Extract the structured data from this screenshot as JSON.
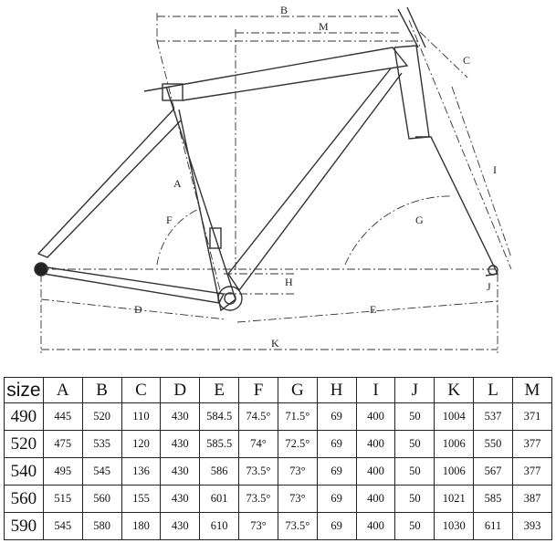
{
  "diagram": {
    "dimension_labels": [
      "B",
      "M",
      "C",
      "I",
      "A",
      "F",
      "G",
      "H",
      "J",
      "D",
      "E",
      "K"
    ]
  },
  "table": {
    "columns": [
      "size",
      "A",
      "B",
      "C",
      "D",
      "E",
      "F",
      "G",
      "H",
      "I",
      "J",
      "K",
      "L",
      "M"
    ],
    "rows": [
      [
        "490",
        "445",
        "520",
        "110",
        "430",
        "584.5",
        "74.5°",
        "71.5°",
        "69",
        "400",
        "50",
        "1004",
        "537",
        "371"
      ],
      [
        "520",
        "475",
        "535",
        "120",
        "430",
        "585.5",
        "74°",
        "72.5°",
        "69",
        "400",
        "50",
        "1006",
        "550",
        "377"
      ],
      [
        "540",
        "495",
        "545",
        "136",
        "430",
        "586",
        "73.5°",
        "73°",
        "69",
        "400",
        "50",
        "1006",
        "567",
        "377"
      ],
      [
        "560",
        "515",
        "560",
        "155",
        "430",
        "601",
        "73.5°",
        "73°",
        "69",
        "400",
        "50",
        "1021",
        "585",
        "387"
      ],
      [
        "590",
        "545",
        "580",
        "180",
        "430",
        "610",
        "73°",
        "73.5°",
        "69",
        "400",
        "50",
        "1030",
        "611",
        "393"
      ]
    ]
  }
}
